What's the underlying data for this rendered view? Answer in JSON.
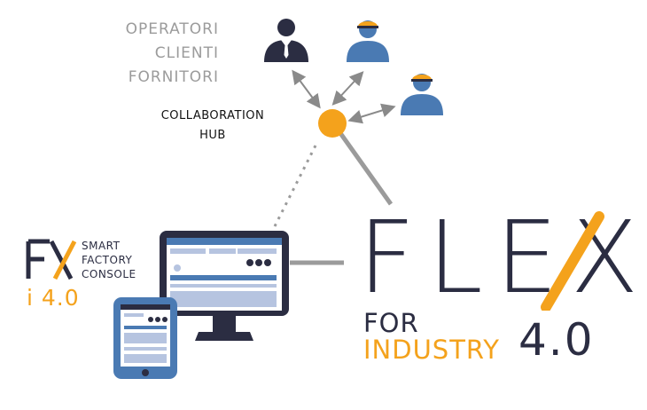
{
  "roles": [
    "OPERATORI",
    "CLIENTI",
    "FORNITORI"
  ],
  "hub_label": [
    "COLLABORATION",
    "HUB"
  ],
  "console": {
    "logo_letters": "FX",
    "text": [
      "SMART",
      "FACTORY",
      "CONSOLE"
    ],
    "version": "i 4.0"
  },
  "brand": {
    "name": "FLEX",
    "tagline_for": "FOR",
    "tagline_industry": "INDUSTRY",
    "version": "4.0"
  },
  "icons": {
    "operator": "businessman-icon",
    "client": "worker-helmet-icon",
    "supplier": "worker-helmet-icon",
    "hub": "hub-node-icon",
    "desktop": "desktop-monitor-icon",
    "tablet": "tablet-icon"
  },
  "colors": {
    "orange": "#f4a21c",
    "navy": "#2b2d42",
    "blue": "#4a7ab3",
    "light_blue": "#b6c4e0",
    "grey": "#9b9b9b"
  }
}
